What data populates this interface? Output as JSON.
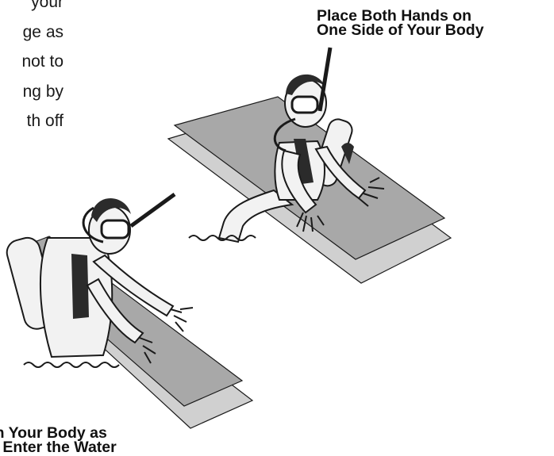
{
  "body_text_lines": [
    "your",
    "ge as",
    "not to",
    "ng by",
    "th off"
  ],
  "captions": {
    "right": {
      "line1": "Place Both Hands on",
      "line2": "One Side of Your Body"
    },
    "left": {
      "line1": "rn Your Body as",
      "line2": "u Enter the Water"
    }
  },
  "colors": {
    "dock_top": "#a8a8a8",
    "dock_shadow": "#d0d0d0",
    "skin": "#f2f2f2",
    "suit_dark": "#2b2b2b",
    "outline": "#1a1a1a"
  }
}
